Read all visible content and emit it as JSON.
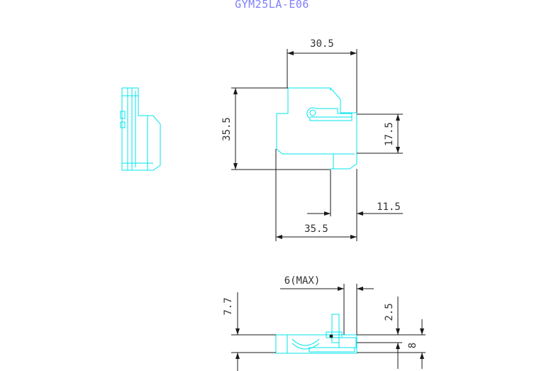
{
  "drawing": {
    "title": "GYM25LA-E06",
    "colors": {
      "part": "#00e5ee",
      "dimension": "#1a1a1a",
      "title": "#7f7fff"
    },
    "dimensions": {
      "top_width": "30.5",
      "left_height": "35.5",
      "right_height": "17.5",
      "right_offset": "11.5",
      "bottom_width": "35.5",
      "max_thickness": "6(MAX)",
      "side_height": "7.7",
      "side_small": "2.5",
      "side_depth": "8"
    }
  }
}
